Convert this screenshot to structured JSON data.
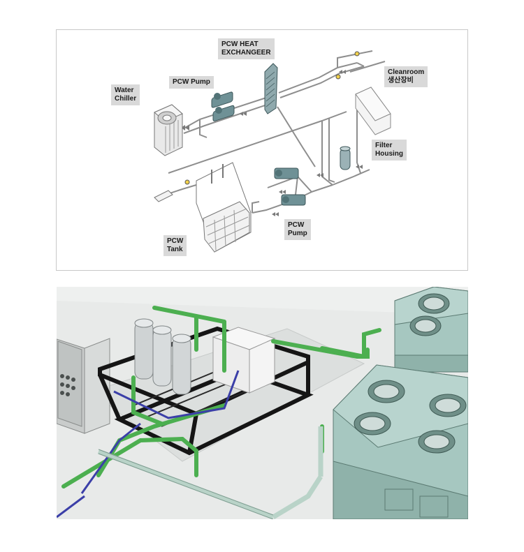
{
  "schematic": {
    "labels": {
      "water_chiller": "Water\nChiller",
      "pcw_pump_top": "PCW Pump",
      "pcw_heat_exchanger": "PCW HEAT\nEXCHANGEER",
      "cleanroom": "Cleanroom\n생산장비",
      "filter_housing": "Filter\nHousing",
      "pcw_pump_bottom": "PCW\nPump",
      "pcw_tank": "PCW\nTank"
    }
  },
  "colors": {
    "pipe": "#8c8c8c",
    "equipment_teal": "#6f9196",
    "label_bg": "#d9d9d9",
    "green_pipe": "#4caf50",
    "blue_pipe": "#3b3fa8",
    "cooler_body": "#a6c7c0"
  }
}
